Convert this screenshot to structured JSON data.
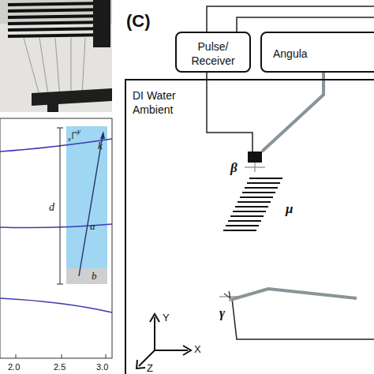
{
  "diagram": {
    "nodes": [
      {
        "text": [
          "Pulse/ Receiver"
        ]
      },
      {
        "text": [
          "Angula"
        ]
      },
      {
        "text": [
          "DI Water Ambient"
        ]
      }
    ],
    "labels": [
      "(C)",
      "β",
      "μ",
      "γ",
      "Y",
      "X",
      "Z",
      "d",
      "a",
      "b",
      "k",
      "x",
      "y",
      "2.0",
      "2.5",
      "3.0"
    ]
  }
}
